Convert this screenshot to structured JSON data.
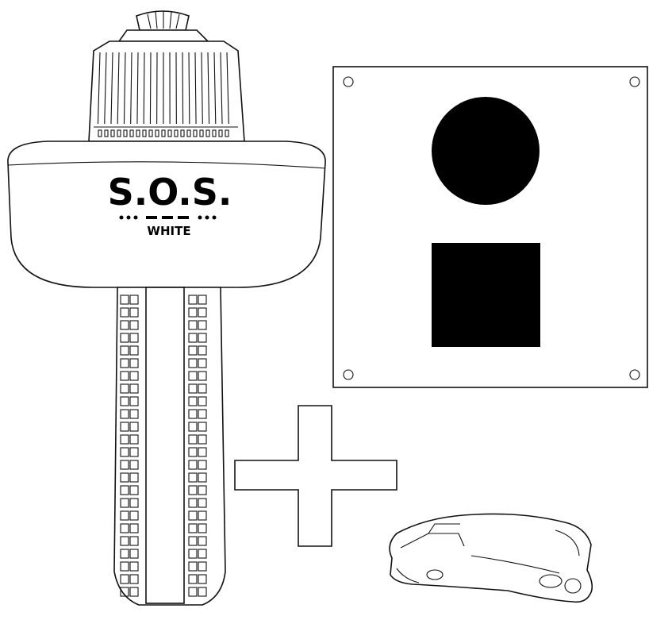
{
  "beacon": {
    "brand_logo": "S.O.S.",
    "model_label": "WHITE"
  },
  "panel": {
    "symbols": [
      "circle",
      "square"
    ]
  },
  "connector": {
    "icon": "plus-icon"
  },
  "accessory": {
    "icon": "whistle-icon"
  },
  "colors": {
    "stroke": "#111111",
    "fill": "#ffffff",
    "symbol": "#000000"
  }
}
